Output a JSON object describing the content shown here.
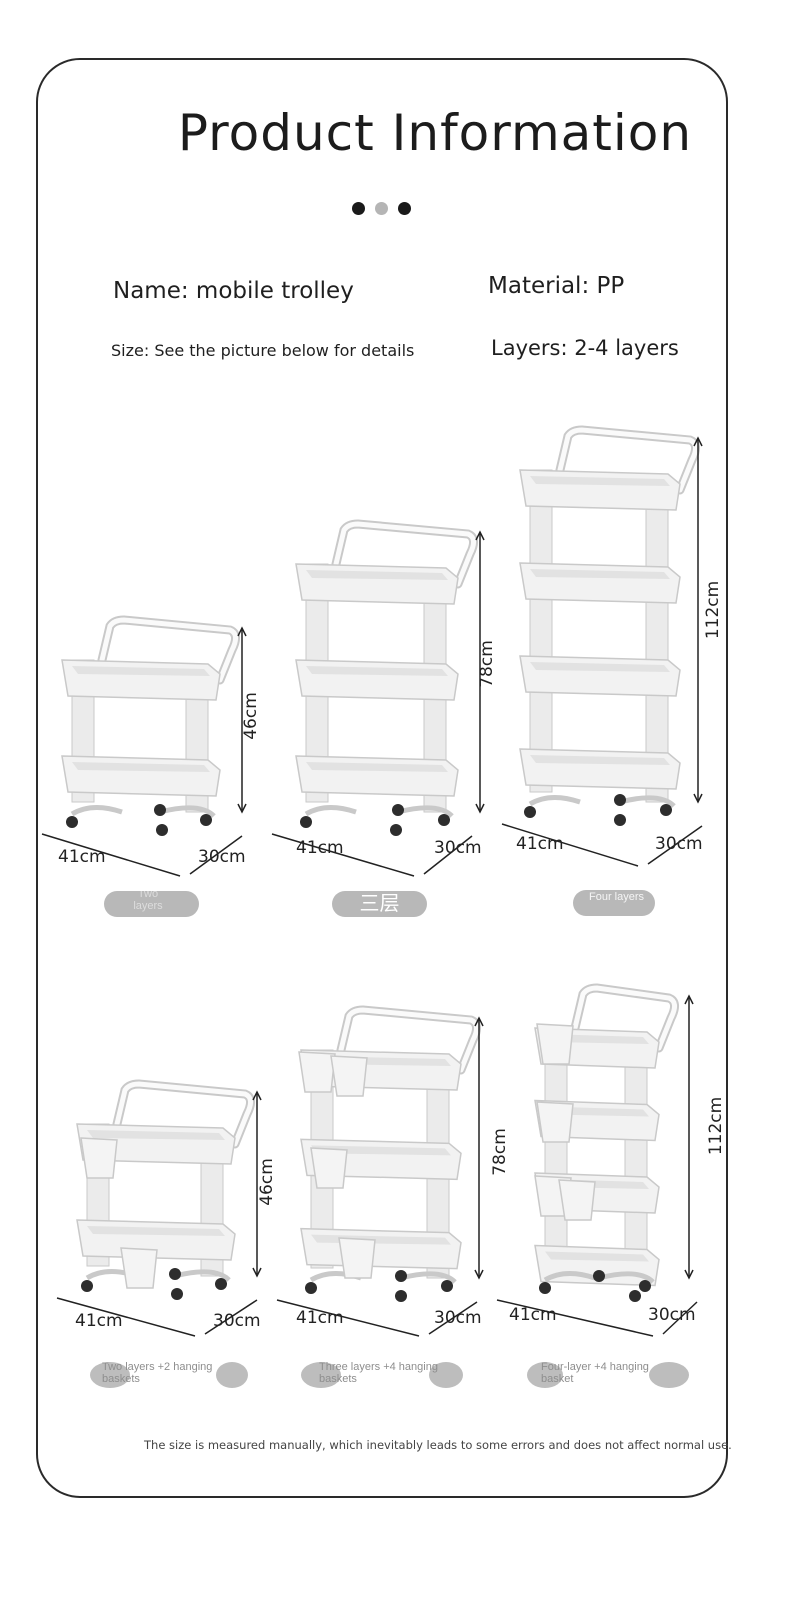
{
  "title": "Product Information",
  "dots": [
    {
      "color": "#1a1a1a"
    },
    {
      "color": "#b5b5b5"
    },
    {
      "color": "#1a1a1a"
    }
  ],
  "info": {
    "name": "Name: mobile trolley",
    "material": "Material: PP",
    "size": "Size: See the picture below for details",
    "layers": "Layers: 2-4 layers"
  },
  "products_top": [
    {
      "height": "46cm",
      "width": "41cm",
      "depth": "30cm",
      "label": "Two layers",
      "tiers": 2
    },
    {
      "height": "78cm",
      "width": "41cm",
      "depth": "30cm",
      "label": "三层",
      "tiers": 3
    },
    {
      "height": "112cm",
      "width": "41cm",
      "depth": "30cm",
      "label": "Four layers",
      "tiers": 4
    }
  ],
  "products_bottom": [
    {
      "height": "46cm",
      "width": "41cm",
      "depth": "30cm",
      "label": "Two layers +2 hanging baskets",
      "tiers": 2
    },
    {
      "height": "78cm",
      "width": "41cm",
      "depth": "30cm",
      "label": "Three layers +4 hanging baskets",
      "tiers": 3
    },
    {
      "height": "112cm",
      "width": "41cm",
      "depth": "30cm",
      "label": "Four-layer +4 hanging basket",
      "tiers": 4
    }
  ],
  "footnote": "The size is measured manually, which inevitably leads to some errors and does not affect normal use.",
  "colors": {
    "frame": "#2a2a2a",
    "pill": "#b8b8b8",
    "trolley": "#f2f2f2",
    "trolley_edge": "#c9c9c9"
  }
}
